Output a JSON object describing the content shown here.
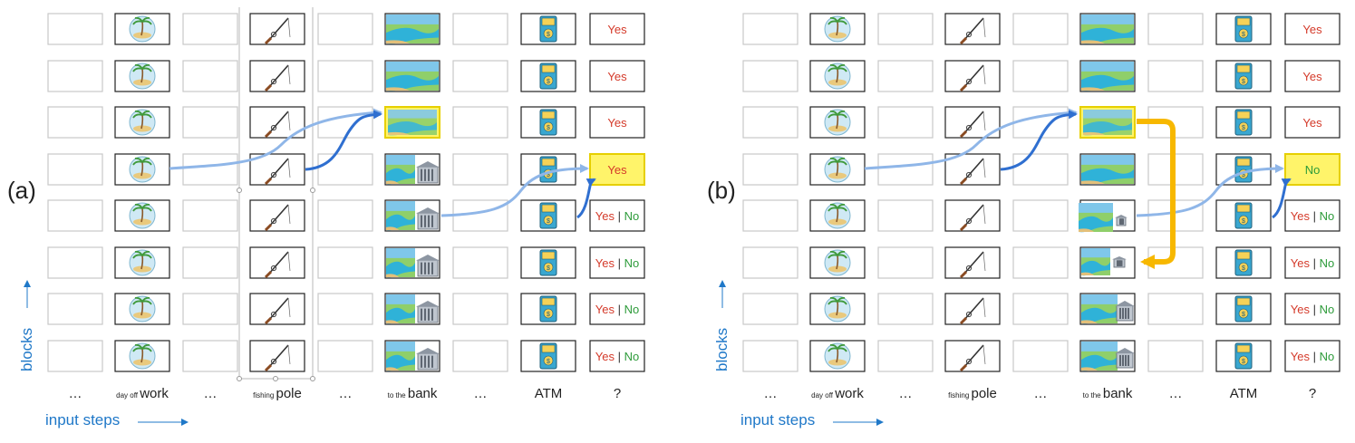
{
  "panels": [
    {
      "label": "(a)",
      "answer_rows": [
        {
          "kind": "yes"
        },
        {
          "kind": "yes"
        },
        {
          "kind": "yes"
        },
        {
          "kind": "yes",
          "highlight": true
        },
        {
          "kind": "yes-no"
        },
        {
          "kind": "yes-no"
        },
        {
          "kind": "yes-no"
        },
        {
          "kind": "yes-no"
        }
      ]
    },
    {
      "label": "(b)",
      "answer_rows": [
        {
          "kind": "yes"
        },
        {
          "kind": "yes"
        },
        {
          "kind": "yes"
        },
        {
          "kind": "no",
          "highlight": true
        },
        {
          "kind": "yes-no"
        },
        {
          "kind": "yes-no"
        },
        {
          "kind": "yes-no"
        },
        {
          "kind": "yes-no"
        }
      ]
    }
  ],
  "answers": {
    "yes": "Yes",
    "no": "No",
    "separator": "|"
  },
  "axis": {
    "blocks": "blocks",
    "input_steps": "input steps"
  },
  "columns": [
    {
      "small": "",
      "main": "…"
    },
    {
      "small": "day off ",
      "main": "work"
    },
    {
      "small": "",
      "main": "…"
    },
    {
      "small": "fishing ",
      "main": "pole"
    },
    {
      "small": "",
      "main": "…"
    },
    {
      "small": "to the ",
      "main": "bank"
    },
    {
      "small": "",
      "main": "…"
    },
    {
      "small": "",
      "main": "ATM"
    },
    {
      "small": "",
      "main": "?"
    }
  ],
  "colors": {
    "arrow_dark": "#2f6fd0",
    "arrow_light": "#8fb6e8",
    "highlight_fill": "#fff46a",
    "highlight_border": "#e6cf00",
    "orange_arrow": "#f7b800",
    "axis_blue": "#1f78c8"
  },
  "icons": [
    "island-icon",
    "fishing-pole-icon",
    "river-icon",
    "river-bank-building-icon",
    "atm-icon"
  ]
}
